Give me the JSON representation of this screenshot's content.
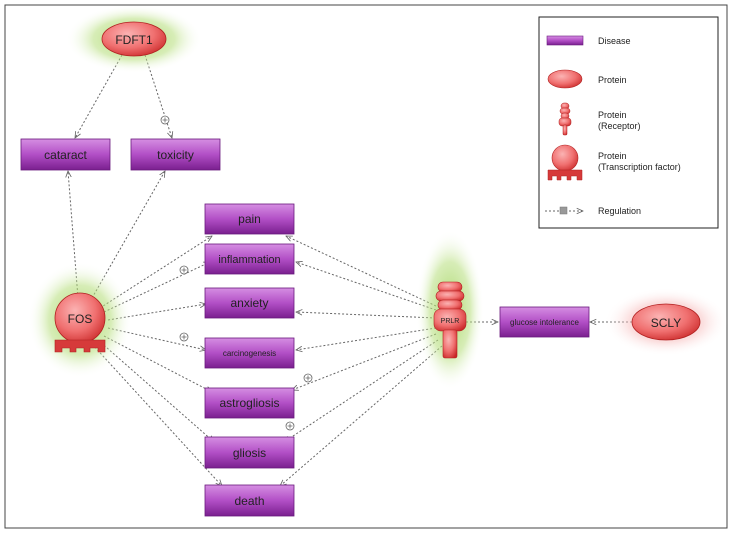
{
  "colors": {
    "disease_top": "#d58ee2",
    "disease_mid": "#b24fc6",
    "disease_bottom": "#7a1f8f",
    "protein_light": "#f58b8b",
    "protein_dark": "#d62e2e",
    "glow_green": "#9fd35a",
    "glow_red": "#f4a0a0",
    "edge": "#666666",
    "frame": "#444444"
  },
  "nodes": {
    "fdft1": "FDFT1",
    "fos": "FOS",
    "prlr": "PRLR",
    "scly": "SCLY",
    "cataract": "cataract",
    "toxicity": "toxicity",
    "pain": "pain",
    "inflammation": "inflammation",
    "anxiety": "anxiety",
    "carcinogenesis": "carcinogenesis",
    "astrogliosis": "astrogliosis",
    "gliosis": "gliosis",
    "death": "death",
    "glucose_intolerance": "glucose intolerance"
  },
  "legend": {
    "disease": "Disease",
    "protein": "Protein",
    "receptor_line1": "Protein",
    "receptor_line2": "(Receptor)",
    "tf_line1": "Protein",
    "tf_line2": "(Transcription factor)",
    "regulation": "Regulation"
  }
}
